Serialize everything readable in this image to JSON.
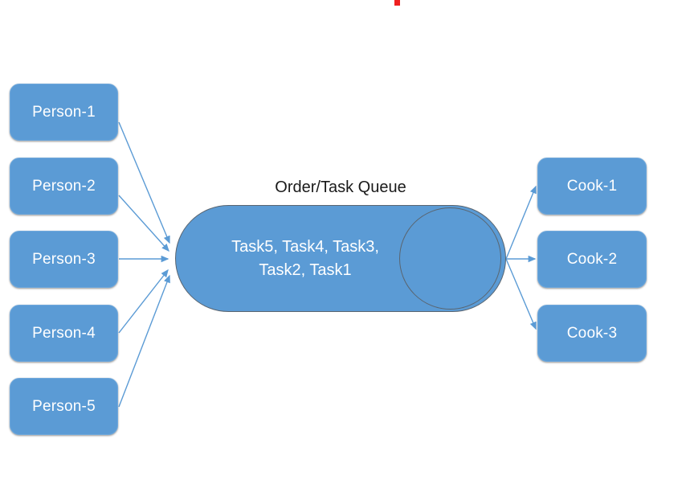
{
  "diagram": {
    "title": "Order/Task Queue",
    "accent_color": "#5B9BD5",
    "node_text_color": "#FFFFFF",
    "title_color": "#1A1A1A",
    "edge_color": "#5B9BD5",
    "queue_outline_color": "#5A6570",
    "background_color": "#FFFFFF",
    "marker_color": "#EF2020",
    "producers": [
      {
        "label": "Person-1"
      },
      {
        "label": "Person-2"
      },
      {
        "label": "Person-3"
      },
      {
        "label": "Person-4"
      },
      {
        "label": "Person-5"
      }
    ],
    "queue": {
      "title": "Order/Task Queue",
      "items_text": "Task5, Task4, Task3,\nTask2, Task1",
      "items": [
        "Task5",
        "Task4",
        "Task3",
        "Task2",
        "Task1"
      ]
    },
    "consumers": [
      {
        "label": "Cook-1"
      },
      {
        "label": "Cook-2"
      },
      {
        "label": "Cook-3"
      }
    ]
  }
}
